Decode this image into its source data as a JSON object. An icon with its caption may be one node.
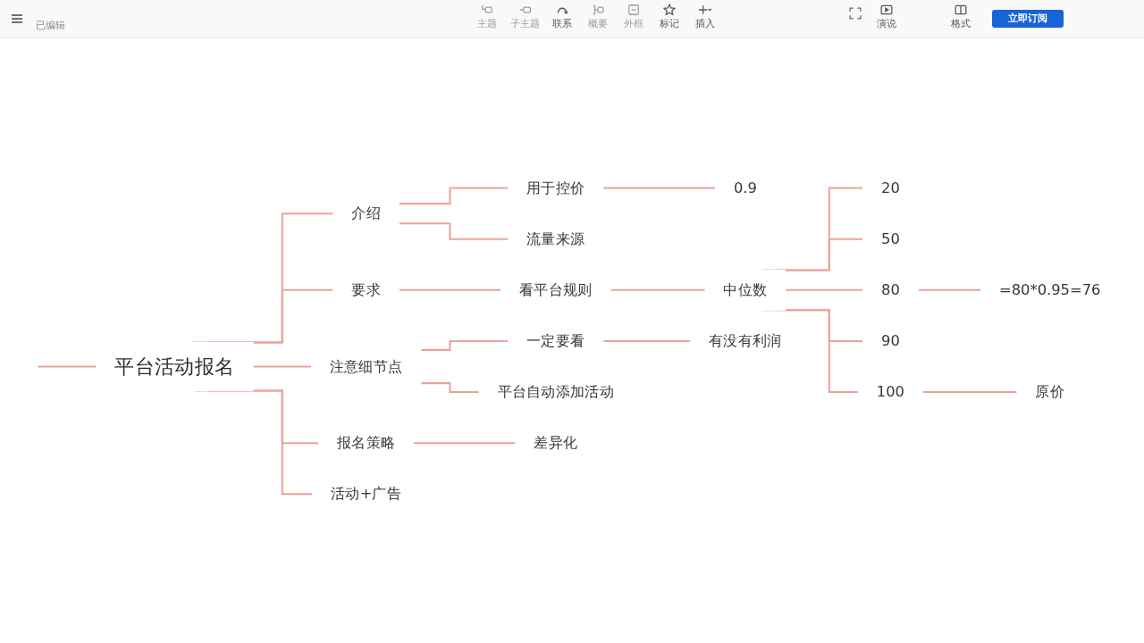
{
  "diagram": {
    "nodes": [
      {
        "text": [
          "平台活动报名"
        ]
      },
      {
        "text": [
          "介绍"
        ]
      },
      {
        "text": [
          "用于控价"
        ]
      },
      {
        "text": [
          "0.9"
        ]
      },
      {
        "text": [
          "流量来源"
        ]
      },
      {
        "text": [
          "要求"
        ]
      },
      {
        "text": [
          "看平台规则"
        ]
      },
      {
        "text": [
          "中位数"
        ]
      },
      {
        "text": [
          "20"
        ]
      },
      {
        "text": [
          "50"
        ]
      },
      {
        "text": [
          "80"
        ]
      },
      {
        "text": [
          "=80*0.95=76"
        ]
      },
      {
        "text": [
          "90"
        ]
      },
      {
        "text": [
          "100"
        ]
      },
      {
        "text": [
          "原价"
        ]
      },
      {
        "text": [
          "注意细节点"
        ]
      },
      {
        "text": [
          "一定要看"
        ]
      },
      {
        "text": [
          "有没有利润"
        ]
      },
      {
        "text": [
          "平台自动添加活动"
        ]
      },
      {
        "text": [
          "报名策略"
        ]
      },
      {
        "text": [
          "差异化"
        ]
      },
      {
        "text": [
          "活动+广告"
        ]
      }
    ],
    "edges": [
      {
        "from": null,
        "to": 0,
        "arrow": "none"
      },
      {
        "from": 0,
        "to": 1,
        "arrow": "none"
      },
      {
        "from": 1,
        "to": 2,
        "arrow": "none"
      },
      {
        "from": 2,
        "to": 3,
        "arrow": "none"
      },
      {
        "from": 1,
        "to": 4,
        "arrow": "none"
      },
      {
        "from": 0,
        "to": 5,
        "arrow": "none"
      },
      {
        "from": 5,
        "to": 6,
        "arrow": "none"
      },
      {
        "from": 6,
        "to": 7,
        "arrow": "none"
      },
      {
        "from": 7,
        "to": 8,
        "arrow": "none"
      },
      {
        "from": 7,
        "to": 9,
        "arrow": "none"
      },
      {
        "from": 7,
        "to": 10,
        "arrow": "none"
      },
      {
        "from": 10,
        "to": 11,
        "arrow": "none"
      },
      {
        "from": 7,
        "to": 12,
        "arrow": "none"
      },
      {
        "from": 7,
        "to": 13,
        "arrow": "none"
      },
      {
        "from": 13,
        "to": 14,
        "arrow": "none"
      },
      {
        "from": 0,
        "to": 15,
        "arrow": "none"
      },
      {
        "from": 15,
        "to": 16,
        "arrow": "none"
      },
      {
        "from": 16,
        "to": 17,
        "arrow": "none"
      },
      {
        "from": 15,
        "to": 18,
        "arrow": "none"
      },
      {
        "from": 0,
        "to": 19,
        "arrow": "none"
      },
      {
        "from": 19,
        "to": 20,
        "arrow": "none"
      },
      {
        "from": 0,
        "to": 21,
        "arrow": "none"
      }
    ],
    "labels": [
      "已编辑",
      "主题",
      "子主题",
      "联系",
      "概要",
      "外框",
      "标记",
      "插入",
      "演说",
      "格式",
      "立即订阅"
    ]
  }
}
